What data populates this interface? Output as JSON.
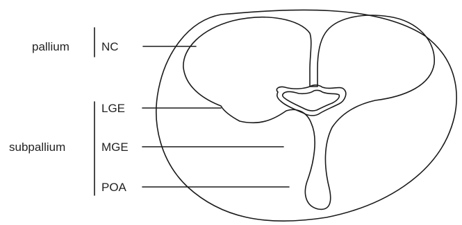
{
  "labels": {
    "pallium": "pallium",
    "subpallium": "subpallium",
    "nc": "NC",
    "lge": "LGE",
    "mge": "MGE",
    "poa": "POA"
  }
}
